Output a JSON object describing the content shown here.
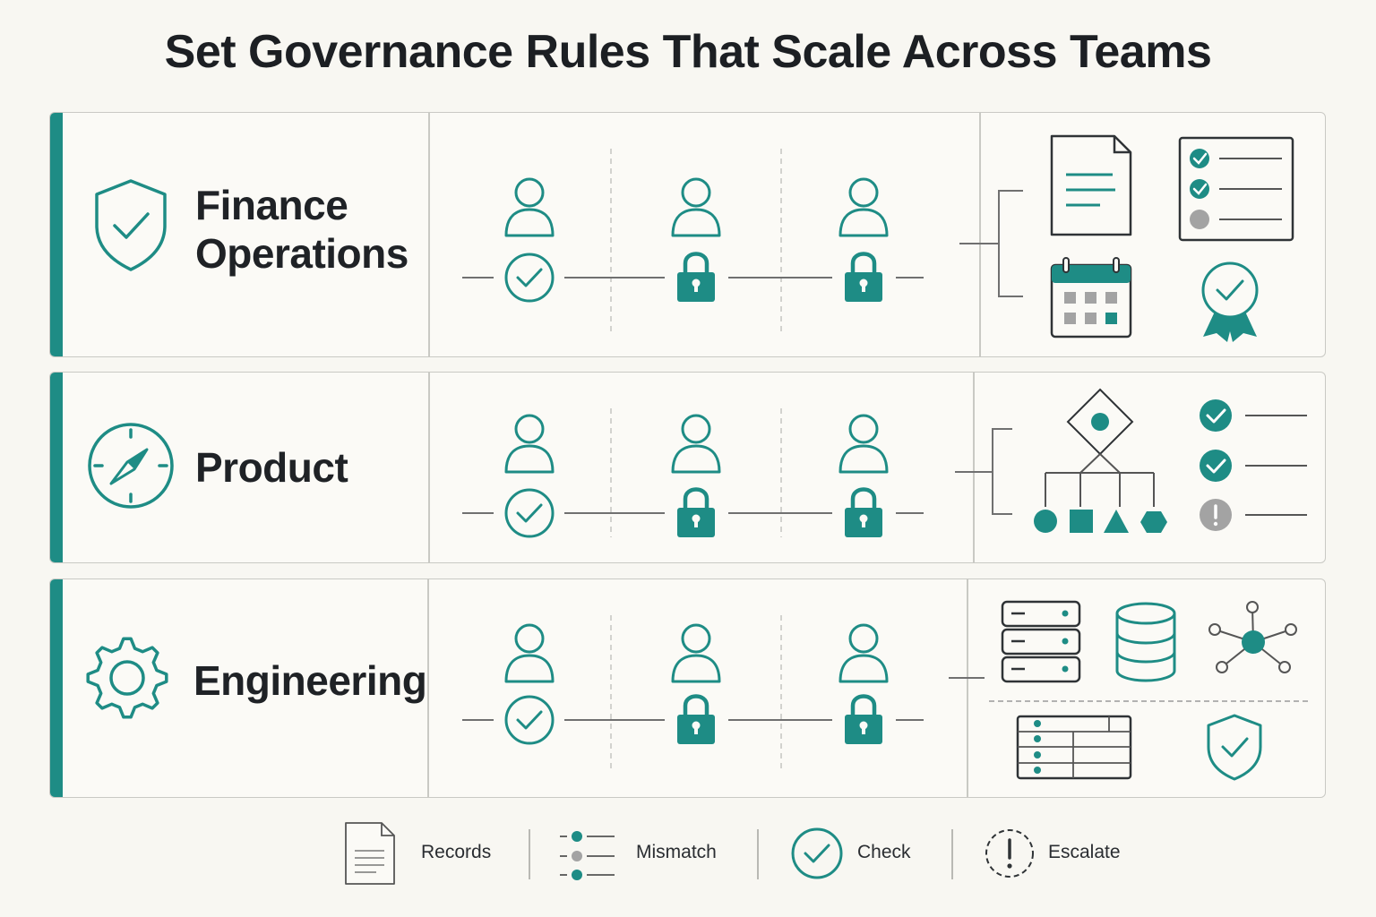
{
  "title": "Set Governance Rules That Scale Across Teams",
  "colors": {
    "accent": "#1e8c85",
    "line": "#707070",
    "gray": "#a3a3a3",
    "border": "#c9c9c4",
    "text": "#1f2226"
  },
  "rows": [
    {
      "name_lines": [
        "Finance",
        "Operations"
      ],
      "team_icon": "shield-check-icon",
      "approval_flow": [
        "approved-check",
        "locked",
        "locked"
      ],
      "resource_icons": [
        "document-icon",
        "checklist-icon",
        "calendar-icon",
        "award-badge-icon"
      ]
    },
    {
      "name_lines": [
        "Product"
      ],
      "team_icon": "compass-icon",
      "approval_flow": [
        "approved-check",
        "locked",
        "locked"
      ],
      "resource_icons": [
        "decision-tree-icon",
        "status-list-icon"
      ]
    },
    {
      "name_lines": [
        "Engineering"
      ],
      "team_icon": "gear-icon",
      "approval_flow": [
        "approved-check",
        "locked",
        "locked"
      ],
      "resource_icons": [
        "server-rack-icon",
        "database-icon",
        "network-node-icon",
        "table-icon",
        "shield-check-icon"
      ]
    }
  ],
  "legend": [
    {
      "icon": "document-icon",
      "label": "Records"
    },
    {
      "icon": "mismatch-list-icon",
      "label": "Mismatch"
    },
    {
      "icon": "check-circle-icon",
      "label": "Check"
    },
    {
      "icon": "escalate-icon",
      "label": "Escalate"
    }
  ]
}
